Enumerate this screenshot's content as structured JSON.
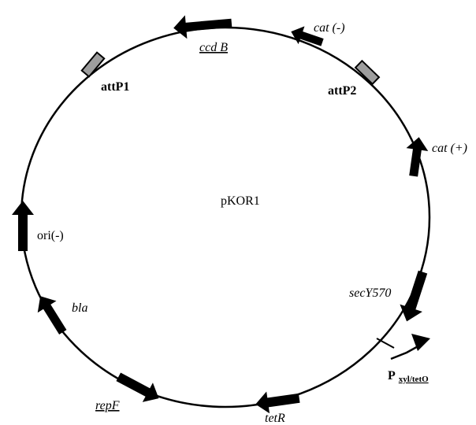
{
  "plasmid": {
    "name": "pKOR1",
    "backbone_color": "#000000",
    "site_fill": "#9e9e9e",
    "labels": {
      "ccdB": "ccd B",
      "cat_minus": "cat (-)",
      "attP1": "attP1",
      "attP2": "attP2",
      "cat_plus": "cat (+)",
      "ori_minus": "ori(-)",
      "bla": "bla",
      "secY570": "secY570",
      "promoter_P": "P",
      "promoter_sub": "xyl/tetO",
      "repF": "repF",
      "tetR": "tetR"
    }
  }
}
